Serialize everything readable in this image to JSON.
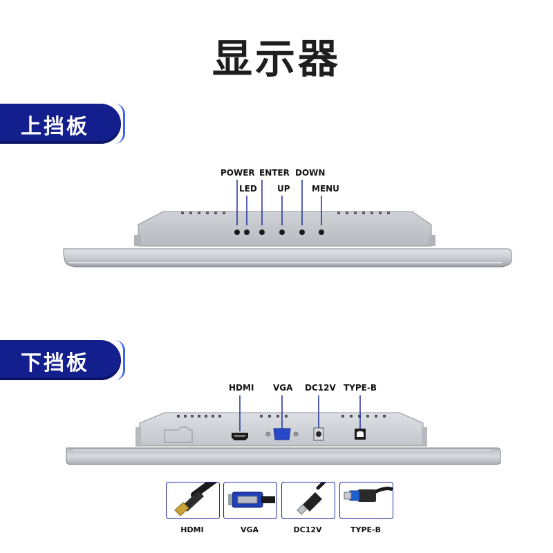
{
  "page_title": "显示器",
  "sections": {
    "top": {
      "label": "上挡板"
    },
    "bottom": {
      "label": "下挡板"
    }
  },
  "top_panel": {
    "labels": {
      "power": "POWER",
      "led": "LED",
      "enter": "ENTER",
      "up": "UP",
      "down": "DOWN",
      "menu": "MENU"
    }
  },
  "bottom_panel": {
    "labels": {
      "hdmi": "HDMI",
      "vga": "VGA",
      "dc": "DC12V",
      "typeb": "TYPE-B"
    }
  },
  "cables": [
    {
      "label": "HDMI",
      "icon": "hdmi-cable-icon"
    },
    {
      "label": "VGA",
      "icon": "vga-cable-icon"
    },
    {
      "label": "DC12V",
      "icon": "dc-power-cable-icon"
    },
    {
      "label": "TYPE-B",
      "icon": "usb-type-b-cable-icon"
    }
  ],
  "colors": {
    "accent": "#141f8e",
    "accent_border": "#3d63f0",
    "callout": "#1f2d9c"
  }
}
